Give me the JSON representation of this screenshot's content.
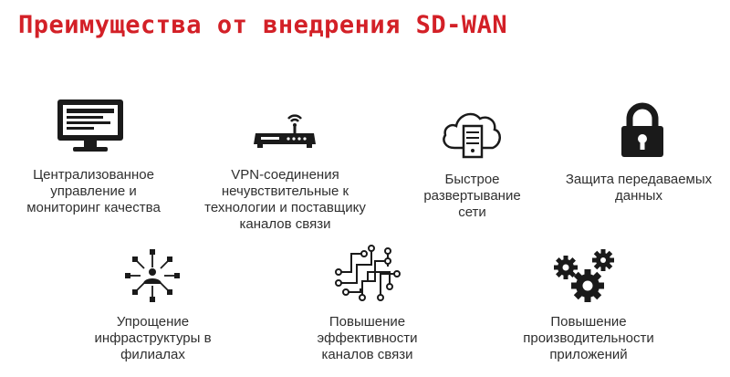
{
  "title": "Преимущества от внедрения SD-WAN",
  "colors": {
    "title": "#d32027",
    "icons": "#1a1a1a",
    "text": "#2f2f2f"
  },
  "benefits": [
    {
      "icon": "monitor-icon",
      "lines": [
        "Централизованное",
        "управление и",
        "мониторинг качества"
      ]
    },
    {
      "icon": "router-icon",
      "lines": [
        "VPN-соединения",
        "нечувствительные к",
        "технологии и поставщику",
        "каналов связи"
      ]
    },
    {
      "icon": "cloud-server-icon",
      "lines": [
        "Быстрое",
        "развертывание",
        "сети"
      ]
    },
    {
      "icon": "lock-icon",
      "lines": [
        "Защита передаваемых",
        "данных"
      ]
    },
    {
      "icon": "network-hub-icon",
      "lines": [
        "Упрощение",
        "инфраструктуры в",
        "филиалах"
      ]
    },
    {
      "icon": "circuit-icon",
      "lines": [
        "Повышение",
        "эффективности",
        "каналов связи"
      ]
    },
    {
      "icon": "gears-icon",
      "lines": [
        "Повышение",
        "производительности",
        "приложений"
      ]
    }
  ]
}
